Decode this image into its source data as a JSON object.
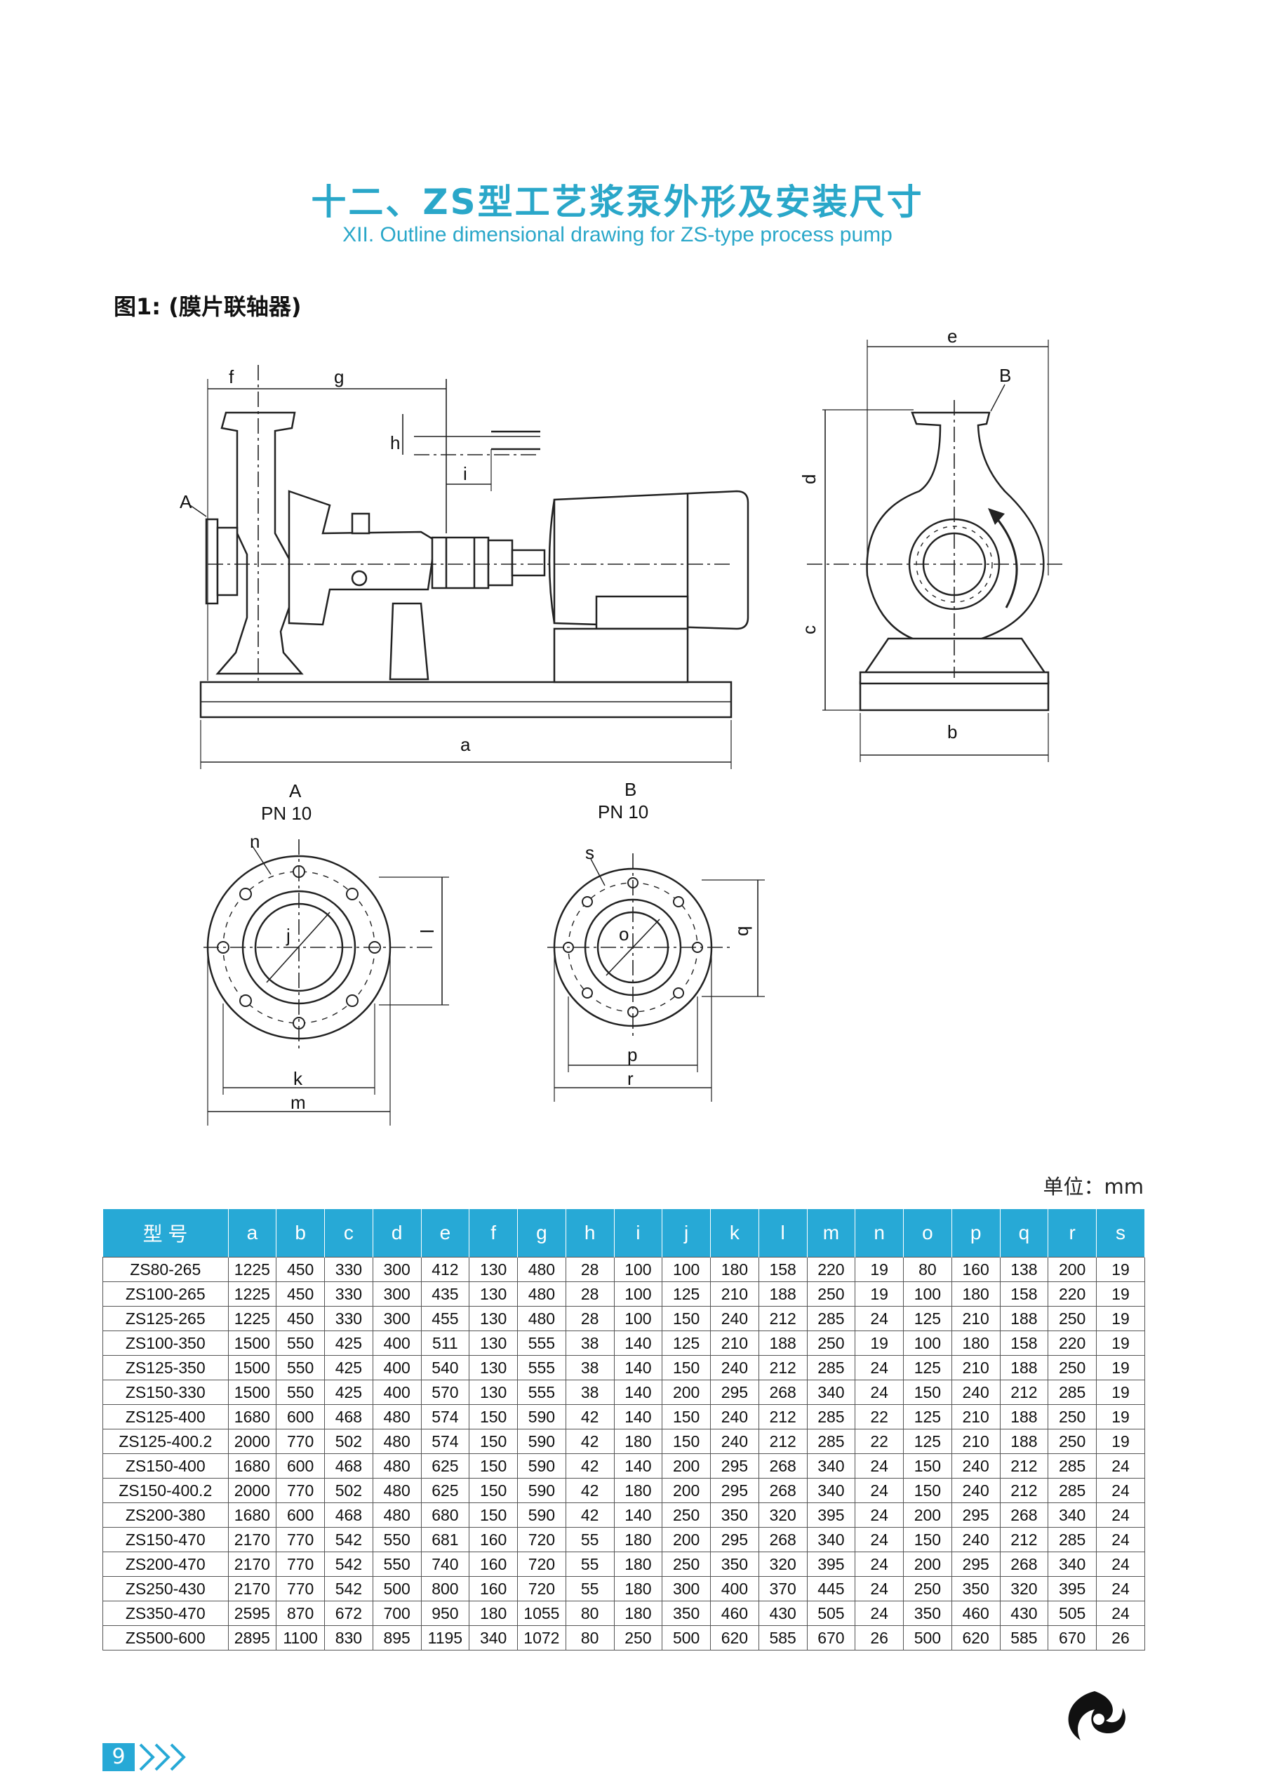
{
  "header": {
    "title_cn": "十二、ZS型工艺浆泵外形及安装尺寸",
    "title_en": "XII. Outline dimensional drawing for ZS-type process pump"
  },
  "figure": {
    "caption": "图1: (膜片联轴器)",
    "labels": {
      "f": "f",
      "g": "g",
      "h": "h",
      "i": "i",
      "a": "a",
      "A": "A",
      "e": "e",
      "B": "B",
      "d": "d",
      "c": "c",
      "b": "b",
      "flangeA_title": "A",
      "flangeA_pn": "PN 10",
      "flangeB_title": "B",
      "flangeB_pn": "PN 10",
      "n": "n",
      "j": "j",
      "l": "l",
      "k": "k",
      "m": "m",
      "s": "s",
      "o": "o",
      "q": "q",
      "p": "p",
      "r": "r"
    }
  },
  "unit": "单位：mm",
  "table": {
    "headers": [
      "型 号",
      "a",
      "b",
      "c",
      "d",
      "e",
      "f",
      "g",
      "h",
      "i",
      "j",
      "k",
      "l",
      "m",
      "n",
      "o",
      "p",
      "q",
      "r",
      "s"
    ],
    "rows": [
      [
        "ZS80-265",
        "1225",
        "450",
        "330",
        "300",
        "412",
        "130",
        "480",
        "28",
        "100",
        "100",
        "180",
        "158",
        "220",
        "19",
        "80",
        "160",
        "138",
        "200",
        "19"
      ],
      [
        "ZS100-265",
        "1225",
        "450",
        "330",
        "300",
        "435",
        "130",
        "480",
        "28",
        "100",
        "125",
        "210",
        "188",
        "250",
        "19",
        "100",
        "180",
        "158",
        "220",
        "19"
      ],
      [
        "ZS125-265",
        "1225",
        "450",
        "330",
        "300",
        "455",
        "130",
        "480",
        "28",
        "100",
        "150",
        "240",
        "212",
        "285",
        "24",
        "125",
        "210",
        "188",
        "250",
        "19"
      ],
      [
        "ZS100-350",
        "1500",
        "550",
        "425",
        "400",
        "511",
        "130",
        "555",
        "38",
        "140",
        "125",
        "210",
        "188",
        "250",
        "19",
        "100",
        "180",
        "158",
        "220",
        "19"
      ],
      [
        "ZS125-350",
        "1500",
        "550",
        "425",
        "400",
        "540",
        "130",
        "555",
        "38",
        "140",
        "150",
        "240",
        "212",
        "285",
        "24",
        "125",
        "210",
        "188",
        "250",
        "19"
      ],
      [
        "ZS150-330",
        "1500",
        "550",
        "425",
        "400",
        "570",
        "130",
        "555",
        "38",
        "140",
        "200",
        "295",
        "268",
        "340",
        "24",
        "150",
        "240",
        "212",
        "285",
        "19"
      ],
      [
        "ZS125-400",
        "1680",
        "600",
        "468",
        "480",
        "574",
        "150",
        "590",
        "42",
        "140",
        "150",
        "240",
        "212",
        "285",
        "22",
        "125",
        "210",
        "188",
        "250",
        "19"
      ],
      [
        "ZS125-400.2",
        "2000",
        "770",
        "502",
        "480",
        "574",
        "150",
        "590",
        "42",
        "180",
        "150",
        "240",
        "212",
        "285",
        "22",
        "125",
        "210",
        "188",
        "250",
        "19"
      ],
      [
        "ZS150-400",
        "1680",
        "600",
        "468",
        "480",
        "625",
        "150",
        "590",
        "42",
        "140",
        "200",
        "295",
        "268",
        "340",
        "24",
        "150",
        "240",
        "212",
        "285",
        "24"
      ],
      [
        "ZS150-400.2",
        "2000",
        "770",
        "502",
        "480",
        "625",
        "150",
        "590",
        "42",
        "180",
        "200",
        "295",
        "268",
        "340",
        "24",
        "150",
        "240",
        "212",
        "285",
        "24"
      ],
      [
        "ZS200-380",
        "1680",
        "600",
        "468",
        "480",
        "680",
        "150",
        "590",
        "42",
        "140",
        "250",
        "350",
        "320",
        "395",
        "24",
        "200",
        "295",
        "268",
        "340",
        "24"
      ],
      [
        "ZS150-470",
        "2170",
        "770",
        "542",
        "550",
        "681",
        "160",
        "720",
        "55",
        "180",
        "200",
        "295",
        "268",
        "340",
        "24",
        "150",
        "240",
        "212",
        "285",
        "24"
      ],
      [
        "ZS200-470",
        "2170",
        "770",
        "542",
        "550",
        "740",
        "160",
        "720",
        "55",
        "180",
        "250",
        "350",
        "320",
        "395",
        "24",
        "200",
        "295",
        "268",
        "340",
        "24"
      ],
      [
        "ZS250-430",
        "2170",
        "770",
        "542",
        "500",
        "800",
        "160",
        "720",
        "55",
        "180",
        "300",
        "400",
        "370",
        "445",
        "24",
        "250",
        "350",
        "320",
        "395",
        "24"
      ],
      [
        "ZS350-470",
        "2595",
        "870",
        "672",
        "700",
        "950",
        "180",
        "1055",
        "80",
        "180",
        "350",
        "460",
        "430",
        "505",
        "24",
        "350",
        "460",
        "430",
        "505",
        "24"
      ],
      [
        "ZS500-600",
        "2895",
        "1100",
        "830",
        "895",
        "1195",
        "340",
        "1072",
        "80",
        "250",
        "500",
        "620",
        "585",
        "670",
        "26",
        "500",
        "620",
        "585",
        "670",
        "26"
      ]
    ]
  },
  "footer": {
    "page": "9"
  },
  "colors": {
    "accent": "#27a9d6",
    "title": "#2aa7c9",
    "line": "#222222"
  }
}
